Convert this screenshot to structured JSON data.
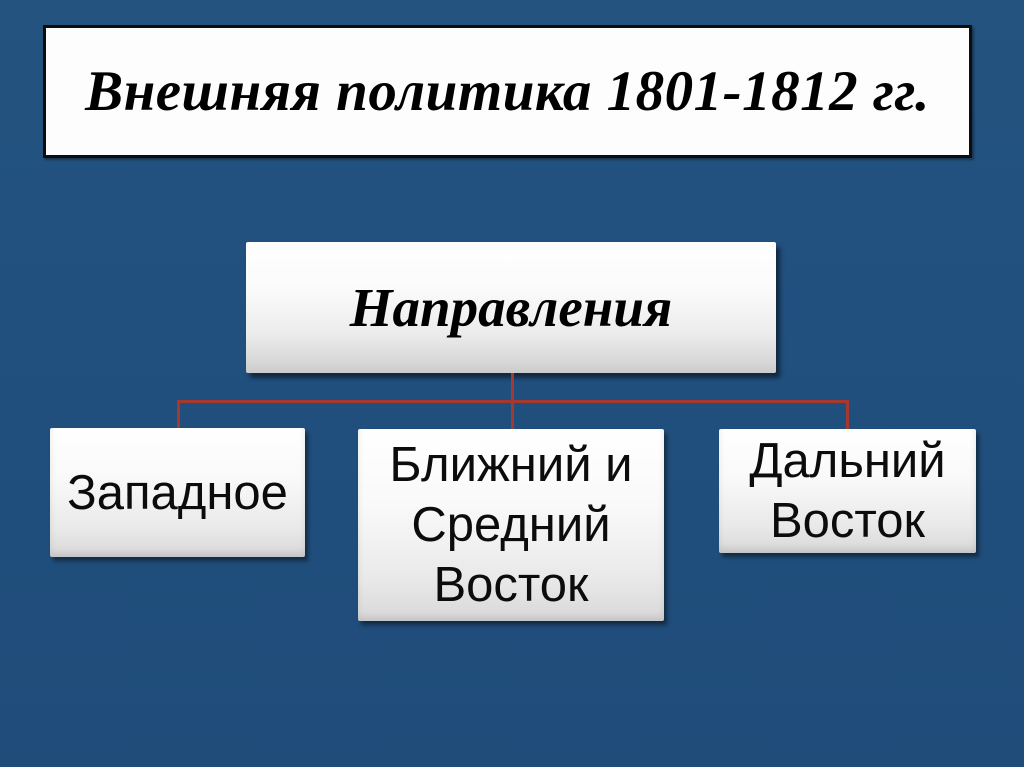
{
  "slide": {
    "title": "Внешняя политика 1801-1812 гг."
  },
  "diagram": {
    "root": {
      "label": "Направления"
    },
    "children": [
      {
        "label": "Западное",
        "lines": [
          "Западное"
        ]
      },
      {
        "label": "Ближний и Средний Восток",
        "lines": [
          "Ближний и",
          "Средний",
          "Восток"
        ]
      },
      {
        "label": "Дальний Восток",
        "lines": [
          "Дальний",
          "Восток"
        ]
      }
    ]
  },
  "colors": {
    "background": "#21507F",
    "connector": "#A6392F",
    "title_border": "#0D0D0D",
    "title_fill": "#FDFDFD",
    "node_gradient_top": "#FFFFFF",
    "node_gradient_bottom": "#D8D8D8",
    "text": "#000000"
  }
}
